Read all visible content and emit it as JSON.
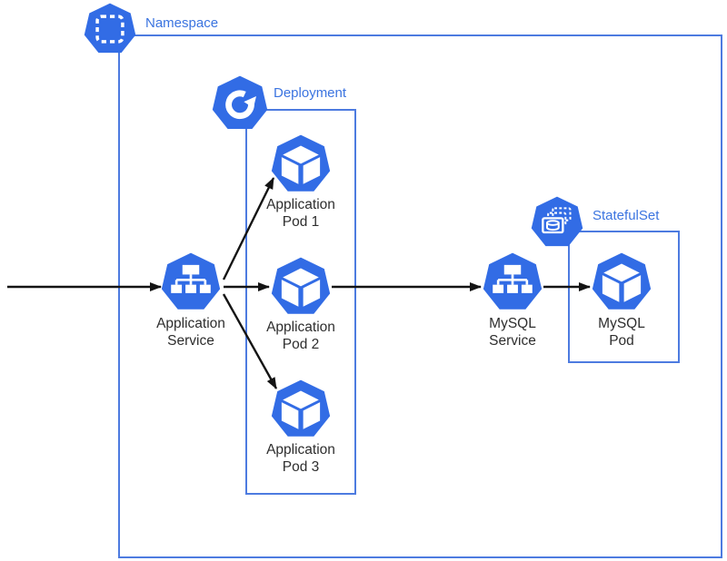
{
  "diagram": {
    "groups": {
      "namespace": {
        "label": "Namespace",
        "icon": "namespace-icon"
      },
      "deployment": {
        "label": "Deployment",
        "icon": "deployment-icon"
      },
      "statefulset": {
        "label": "StatefulSet",
        "icon": "statefulset-icon"
      }
    },
    "nodes": {
      "app_service": {
        "line1": "Application",
        "line2": "Service",
        "icon": "service-icon"
      },
      "app_pod_1": {
        "line1": "Application",
        "line2": "Pod 1",
        "icon": "pod-icon"
      },
      "app_pod_2": {
        "line1": "Application",
        "line2": "Pod 2",
        "icon": "pod-icon"
      },
      "app_pod_3": {
        "line1": "Application",
        "line2": "Pod 3",
        "icon": "pod-icon"
      },
      "mysql_service": {
        "line1": "MySQL",
        "line2": "Service",
        "icon": "service-icon"
      },
      "mysql_pod": {
        "line1": "MySQL",
        "line2": "Pod",
        "icon": "pod-icon"
      }
    },
    "edges": [
      {
        "from": "external-left",
        "to": "app_service"
      },
      {
        "from": "app_service",
        "to": "app_pod_1"
      },
      {
        "from": "app_service",
        "to": "app_pod_2"
      },
      {
        "from": "app_service",
        "to": "app_pod_3"
      },
      {
        "from": "app_pod_2",
        "to": "mysql_service"
      },
      {
        "from": "mysql_service",
        "to": "mysql_pod"
      }
    ],
    "colors": {
      "kubernetes_icon_blue": "#326CE5",
      "group_border_blue": "#4D7BE0",
      "group_label_blue": "#3B74E0",
      "node_text": "#2E2E2E",
      "arrow_black": "#141414"
    }
  }
}
